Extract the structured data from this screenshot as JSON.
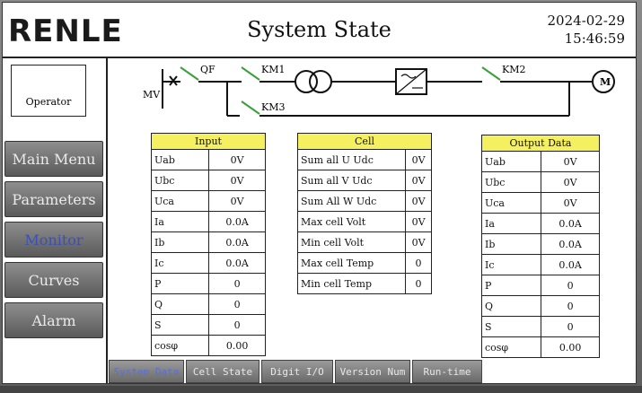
{
  "header": {
    "logo": "RENLE",
    "title": "System State",
    "date": "2024-02-29",
    "time": "15:46:59"
  },
  "sidebar": {
    "operator_label": "Operator",
    "items": [
      {
        "label": "Main Menu",
        "active": false
      },
      {
        "label": "Parameters",
        "active": false
      },
      {
        "label": "Monitor",
        "active": true
      },
      {
        "label": "Curves",
        "active": false
      },
      {
        "label": "Alarm",
        "active": false
      }
    ]
  },
  "diagram": {
    "mv": "MV",
    "qf": "QF",
    "km1": "KM1",
    "km2": "KM2",
    "km3": "KM3",
    "motor": "M",
    "icons": [
      "breaker-icon",
      "transformer-icon",
      "inverter-icon",
      "motor-icon"
    ]
  },
  "input_table": {
    "title": "Input",
    "rows": [
      {
        "label": "Uab",
        "value": "0V"
      },
      {
        "label": "Ubc",
        "value": "0V"
      },
      {
        "label": "Uca",
        "value": "0V"
      },
      {
        "label": "Ia",
        "value": "0.0A"
      },
      {
        "label": "Ib",
        "value": "0.0A"
      },
      {
        "label": "Ic",
        "value": "0.0A"
      },
      {
        "label": "P",
        "value": "0"
      },
      {
        "label": "Q",
        "value": "0"
      },
      {
        "label": "S",
        "value": "0"
      },
      {
        "label": "cosφ",
        "value": "0.00"
      }
    ]
  },
  "cell_table": {
    "title": "Cell",
    "rows": [
      {
        "label": "Sum all U Udc",
        "value": "0V"
      },
      {
        "label": "Sum all V Udc",
        "value": "0V"
      },
      {
        "label": "Sum All W Udc",
        "value": "0V"
      },
      {
        "label": "Max cell Volt",
        "value": "0V"
      },
      {
        "label": "Min cell Volt",
        "value": "0V"
      },
      {
        "label": "Max cell Temp",
        "value": "0"
      },
      {
        "label": "Min  cell Temp",
        "value": "0"
      }
    ]
  },
  "output_table": {
    "title": "Output Data",
    "rows": [
      {
        "label": "Uab",
        "value": "0V"
      },
      {
        "label": "Ubc",
        "value": "0V"
      },
      {
        "label": "Uca",
        "value": "0V"
      },
      {
        "label": "Ia",
        "value": "0.0A"
      },
      {
        "label": "Ib",
        "value": "0.0A"
      },
      {
        "label": "Ic",
        "value": "0.0A"
      },
      {
        "label": "P",
        "value": "0"
      },
      {
        "label": "Q",
        "value": "0"
      },
      {
        "label": "S",
        "value": "0"
      },
      {
        "label": "cosφ",
        "value": "0.00"
      }
    ]
  },
  "tabs": [
    {
      "label": "System Data",
      "active": true
    },
    {
      "label": "Cell State",
      "active": false
    },
    {
      "label": "Digit I/O",
      "active": false
    },
    {
      "label": "Version Num",
      "active": false
    },
    {
      "label": "Run-time",
      "active": false
    }
  ],
  "colors": {
    "table_header": "#f5f060",
    "active_text": "#3b4fb8",
    "button_gradient_top": "#8e8e8e"
  }
}
